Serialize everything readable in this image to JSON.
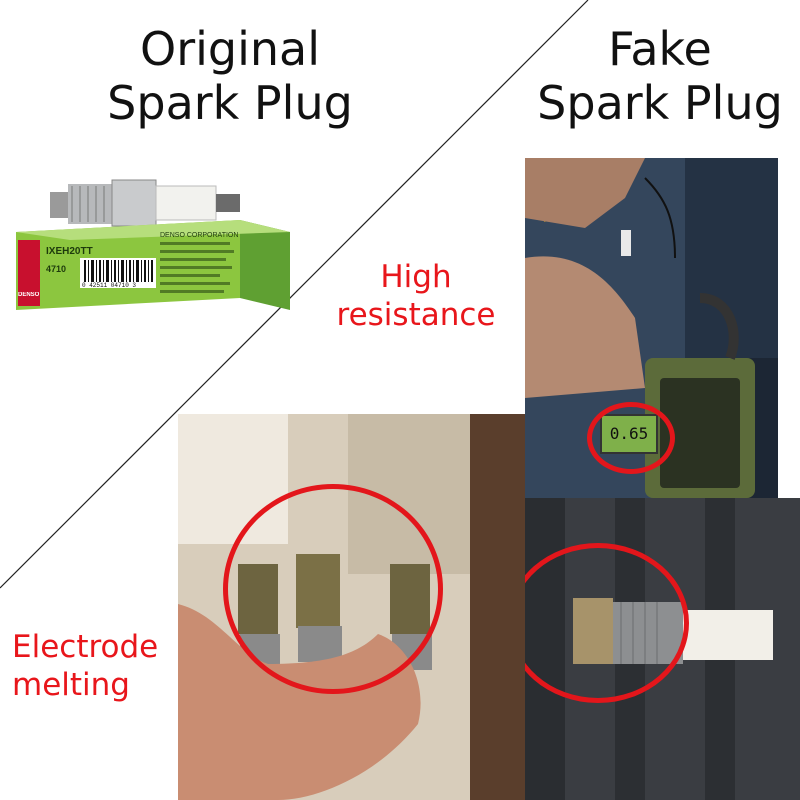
{
  "headings": {
    "original_line1": "Original",
    "original_line2": "Spark Plug",
    "fake_line1": "Fake",
    "fake_line2": "Spark Plug"
  },
  "labels": {
    "high_line1": "High",
    "high_line2": "resistance",
    "electrode_line1": "Electrode",
    "electrode_line2": "melting"
  },
  "box": {
    "code": "IXEH20TT",
    "number": "4710",
    "brand": "DENSO",
    "corporation": "DENSO CORPORATION",
    "barcode_digits": "0 42511 04710 3"
  },
  "meter": {
    "reading": "0.65"
  },
  "colors": {
    "accent_red": "#e3161b",
    "box_green": "#8cc63f"
  }
}
